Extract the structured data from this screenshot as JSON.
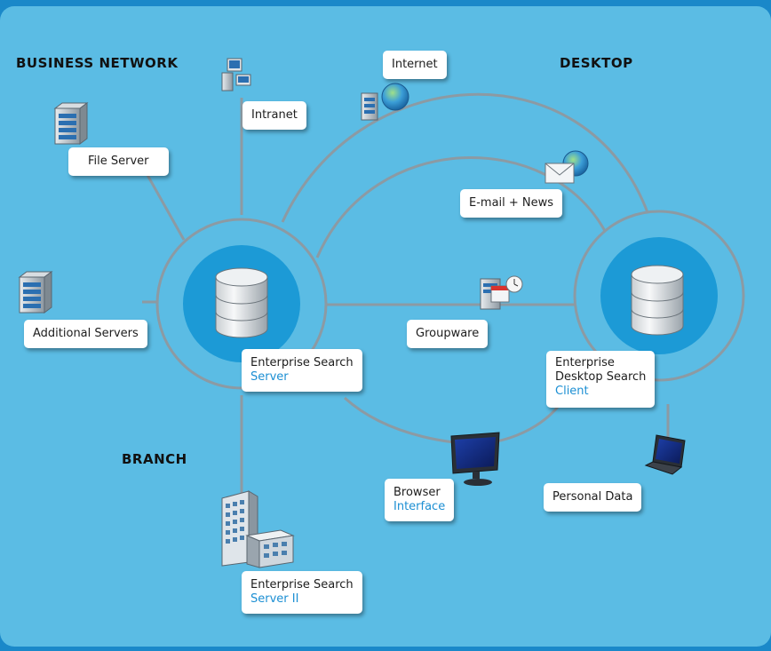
{
  "regions": {
    "business_network": "BUSINESS NETWORK",
    "desktop": "DESKTOP",
    "branch": "BRANCH"
  },
  "labels": {
    "internet": "Internet",
    "intranet": "Intranet",
    "file_server": "File Server",
    "email_news": "E-mail + News",
    "additional_servers": "Additional Servers",
    "groupware": "Groupware",
    "server_title": "Enterprise Search",
    "server_sub": "Server",
    "client_title_1": "Enterprise",
    "client_title_2": "Desktop Search",
    "client_sub": "Client",
    "browser_title": "Browser",
    "browser_sub": "Interface",
    "personal_data": "Personal Data",
    "server2_title": "Enterprise Search",
    "server2_sub": "Server II"
  },
  "icons": {
    "server_db": "database-icon",
    "client_db": "database-icon",
    "file_server": "server-tower-icon",
    "additional_servers": "server-tower-icon",
    "intranet": "computer-network-icon",
    "internet": "globe-server-icon",
    "email": "envelope-globe-icon",
    "groupware": "calendar-server-icon",
    "browser": "monitor-icon",
    "personal_data": "laptop-icon",
    "branch": "office-building-icon"
  },
  "colors": {
    "frame": "#1a88c9",
    "panel": "#5bbce4",
    "hub_ring": "#5bbce4",
    "hub_core": "#1c9ad6",
    "line": "#8c9aa3",
    "accent_text": "#1c8fd3"
  }
}
